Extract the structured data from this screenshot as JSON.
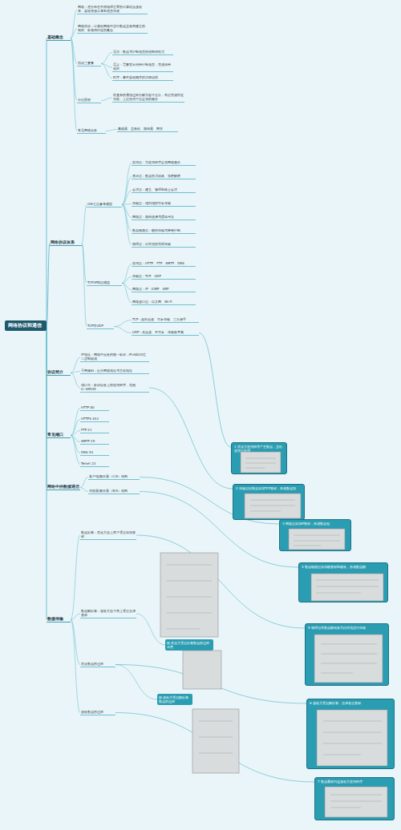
{
  "diagram": {
    "title": "网络协议和通信",
    "nodes": [
      {
        "text": [
          "网络协议和通信"
        ]
      },
      {
        "text": [
          "基础概念"
        ]
      },
      {
        "text": [
          "网络：把分布在不同地理位置的计算机连接起来，实现资源共享和信息传递"
        ]
      },
      {
        "text": [
          "网络协议：计算机网络中进行数据交换而建立的规则、标准或约定的集合"
        ]
      },
      {
        "text": [
          "协议三要素"
        ]
      },
      {
        "text": [
          "语法：数据与控制信息的结构或格式"
        ]
      },
      {
        "text": [
          "语义：需要发出何种控制信息，完成何种动作"
        ]
      },
      {
        "text": [
          "时序：事件实现顺序的详细说明"
        ]
      },
      {
        "text": [
          "分层思想"
        ]
      },
      {
        "text": [
          "将复杂的通信过程分解为若干层次，每层完成特定功能，上层使用下层提供的服务"
        ]
      },
      {
        "text": [
          "常见网络设备"
        ]
      },
      {
        "text": [
          "集线器、交换机、路由器、网关"
        ]
      },
      {
        "text": [
          "网络协议体系"
        ]
      },
      {
        "text": [
          "OSI七层参考模型"
        ]
      },
      {
        "text": [
          "应用层：为应用程序提供网络服务"
        ]
      },
      {
        "text": [
          "表示层：数据格式转换、加密解密"
        ]
      },
      {
        "text": [
          "会话层：建立、管理和终止会话"
        ]
      },
      {
        "text": [
          "传输层：端到端的可靠传输"
        ]
      },
      {
        "text": [
          "网络层：路由选择与逻辑寻址"
        ]
      },
      {
        "text": [
          "数据链路层：帧的传输与差错控制"
        ]
      },
      {
        "text": [
          "物理层：比特流的透明传输"
        ]
      },
      {
        "text": [
          "TCP/IP四层模型"
        ]
      },
      {
        "text": [
          "应用层：HTTP、FTP、SMTP、DNS"
        ]
      },
      {
        "text": [
          "传输层：TCP、UDP"
        ]
      },
      {
        "text": [
          "网络层：IP、ICMP、ARP"
        ]
      },
      {
        "text": [
          "网络接口层：以太网、Wi-Fi"
        ]
      },
      {
        "text": [
          "TCP与UDP"
        ]
      },
      {
        "text": [
          "TCP：面向连接、可靠传输、三次握手"
        ]
      },
      {
        "text": [
          "UDP：无连接、不可靠、传输效率高"
        ]
      },
      {
        "text": [
          "协议简介"
        ]
      },
      {
        "text": [
          "IP地址：网络中设备的唯一标识，IPv4由32位二进制组成"
        ]
      },
      {
        "text": [
          "子网掩码：区分网络地址与主机地址"
        ]
      },
      {
        "text": [
          "端口号：标识设备上的应用程序，范围0~65535"
        ]
      },
      {
        "text": [
          "常见端口"
        ]
      },
      {
        "text": [
          "HTTP 80"
        ]
      },
      {
        "text": [
          "HTTPS 443"
        ]
      },
      {
        "text": [
          "FTP 21"
        ]
      },
      {
        "text": [
          "SMTP 25"
        ]
      },
      {
        "text": [
          "DNS 53"
        ]
      },
      {
        "text": [
          "Telnet 23"
        ]
      },
      {
        "text": [
          "网络中的数据通信"
        ]
      },
      {
        "text": [
          "客户端/服务器（C/S）结构"
        ]
      },
      {
        "text": [
          "浏览器/服务器（B/S）结构"
        ]
      },
      {
        "text": [
          "数据传输"
        ]
      },
      {
        "text": [
          "数据封装：发送方自上而下逐层添加首部"
        ]
      },
      {
        "text": [
          "数据解封装：接收方自下而上逐层去掉首部"
        ]
      },
      {
        "text": [
          "发送数据的过程"
        ]
      },
      {
        "text": [
          "接收数据的过程"
        ]
      },
      {
        "text": [
          "图 发送方逐层封装数据的过程示意"
        ]
      },
      {
        "text": [
          "图 接收方逐层解封装数据的过程"
        ]
      },
      {
        "text": [
          "1 发送方应用程序产生数据，交给应用层处理"
        ]
      },
      {
        "text": [
          "2 传输层给数据添加TCP首部，形成数据段"
        ]
      },
      {
        "text": [
          "3 网络层添加IP首部，形成数据包"
        ]
      },
      {
        "text": [
          "4 数据链路层添加帧首部和帧尾，形成数据帧"
        ]
      },
      {
        "text": [
          "5 物理层将数据帧转换为比特流进行传输"
        ]
      },
      {
        "text": [
          "6 接收方逐层解封装，去掉各层首部"
        ]
      },
      {
        "text": [
          "7 数据最终到达接收方应用程序"
        ]
      }
    ],
    "edges": [
      {
        "from": 0,
        "to": 1,
        "arrow": "none"
      },
      {
        "from": 0,
        "to": 12,
        "arrow": "none"
      },
      {
        "from": 0,
        "to": 29,
        "arrow": "none"
      },
      {
        "from": 0,
        "to": 33,
        "arrow": "none"
      },
      {
        "from": 0,
        "to": 40,
        "arrow": "none"
      },
      {
        "from": 0,
        "to": 43,
        "arrow": "none"
      },
      {
        "from": 1,
        "to": 2,
        "arrow": "none"
      },
      {
        "from": 1,
        "to": 3,
        "arrow": "none"
      },
      {
        "from": 1,
        "to": 4,
        "arrow": "none"
      },
      {
        "from": 1,
        "to": 8,
        "arrow": "none"
      },
      {
        "from": 1,
        "to": 10,
        "arrow": "none"
      },
      {
        "from": 4,
        "to": 5,
        "arrow": "none"
      },
      {
        "from": 4,
        "to": 6,
        "arrow": "none"
      },
      {
        "from": 4,
        "to": 7,
        "arrow": "none"
      },
      {
        "from": 8,
        "to": 9,
        "arrow": "none"
      },
      {
        "from": 10,
        "to": 11,
        "arrow": "none"
      },
      {
        "from": 12,
        "to": 13,
        "arrow": "none"
      },
      {
        "from": 12,
        "to": 21,
        "arrow": "none"
      },
      {
        "from": 12,
        "to": 26,
        "arrow": "none"
      },
      {
        "from": 13,
        "to": 14,
        "arrow": "none"
      },
      {
        "from": 13,
        "to": 15,
        "arrow": "none"
      },
      {
        "from": 13,
        "to": 16,
        "arrow": "none"
      },
      {
        "from": 13,
        "to": 17,
        "arrow": "none"
      },
      {
        "from": 13,
        "to": 18,
        "arrow": "none"
      },
      {
        "from": 13,
        "to": 19,
        "arrow": "none"
      },
      {
        "from": 13,
        "to": 20,
        "arrow": "none"
      },
      {
        "from": 21,
        "to": 22,
        "arrow": "none"
      },
      {
        "from": 21,
        "to": 23,
        "arrow": "none"
      },
      {
        "from": 21,
        "to": 24,
        "arrow": "none"
      },
      {
        "from": 21,
        "to": 25,
        "arrow": "none"
      },
      {
        "from": 26,
        "to": 27,
        "arrow": "none"
      },
      {
        "from": 26,
        "to": 28,
        "arrow": "none"
      },
      {
        "from": 29,
        "to": 30,
        "arrow": "none"
      },
      {
        "from": 29,
        "to": 31,
        "arrow": "none"
      },
      {
        "from": 29,
        "to": 32,
        "arrow": "none"
      },
      {
        "from": 33,
        "to": 34,
        "arrow": "none"
      },
      {
        "from": 33,
        "to": 35,
        "arrow": "none"
      },
      {
        "from": 33,
        "to": 36,
        "arrow": "none"
      },
      {
        "from": 33,
        "to": 37,
        "arrow": "none"
      },
      {
        "from": 33,
        "to": 38,
        "arrow": "none"
      },
      {
        "from": 33,
        "to": 39,
        "arrow": "none"
      },
      {
        "from": 40,
        "to": 41,
        "arrow": "none"
      },
      {
        "from": 40,
        "to": 42,
        "arrow": "none"
      },
      {
        "from": 43,
        "to": 44,
        "arrow": "none"
      },
      {
        "from": 43,
        "to": 45,
        "arrow": "none"
      },
      {
        "from": 43,
        "to": 46,
        "arrow": "none"
      },
      {
        "from": 43,
        "to": 47,
        "arrow": "none"
      },
      {
        "from": 45,
        "to": 48,
        "arrow": "none"
      },
      {
        "from": 46,
        "to": 49,
        "arrow": "none"
      },
      {
        "from": 28,
        "to": 50,
        "arrow": "none"
      },
      {
        "from": 32,
        "to": 51,
        "arrow": "none"
      },
      {
        "from": 41,
        "to": 52,
        "arrow": "none"
      },
      {
        "from": 42,
        "to": 53,
        "arrow": "none"
      },
      {
        "from": 44,
        "to": 54,
        "arrow": "none"
      },
      {
        "from": 46,
        "to": 55,
        "arrow": "none"
      },
      {
        "from": 47,
        "to": 56,
        "arrow": "none"
      }
    ]
  }
}
